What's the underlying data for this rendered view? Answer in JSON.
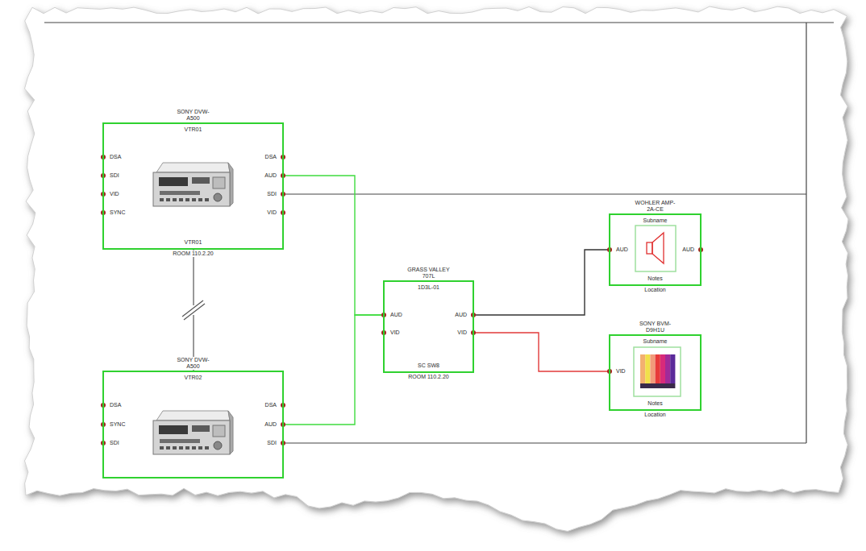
{
  "diagram": {
    "nodes": [
      {
        "text": [
          "SONY DVW-A500",
          "VTR01",
          "VTR01",
          "ROOM 110.2.20"
        ]
      },
      {
        "text": [
          "SONY DVW-A500",
          "VTR02"
        ]
      },
      {
        "text": [
          "GRASS VALLEY 707L",
          "1D3L-01",
          "SC SW8",
          "ROOM 110.2.20"
        ]
      },
      {
        "text": [
          "WOHLER AMP-2A-CE",
          "Subname",
          "Notes",
          "Location"
        ]
      },
      {
        "text": [
          "SONY BVM-D9H1U",
          "Subname",
          "Notes",
          "Location"
        ]
      }
    ],
    "edges": [
      {
        "from": 0,
        "to": 2,
        "arrow": "none"
      },
      {
        "from": 1,
        "to": 2,
        "arrow": "none"
      },
      {
        "from": 2,
        "to": 3,
        "arrow": "none"
      },
      {
        "from": 2,
        "to": 4,
        "arrow": "none"
      },
      {
        "from": 0,
        "to": 1,
        "arrow": "none"
      }
    ],
    "labels": [
      "DSA",
      "SDI",
      "VID",
      "SYNC",
      "DSA",
      "AUD",
      "SDI",
      "VID",
      "DSA",
      "SYNC",
      "SDI",
      "DSA",
      "AUD",
      "SDI",
      "AUD",
      "VID",
      "AUD",
      "VID",
      "AUD",
      "AUD",
      "VID"
    ]
  }
}
